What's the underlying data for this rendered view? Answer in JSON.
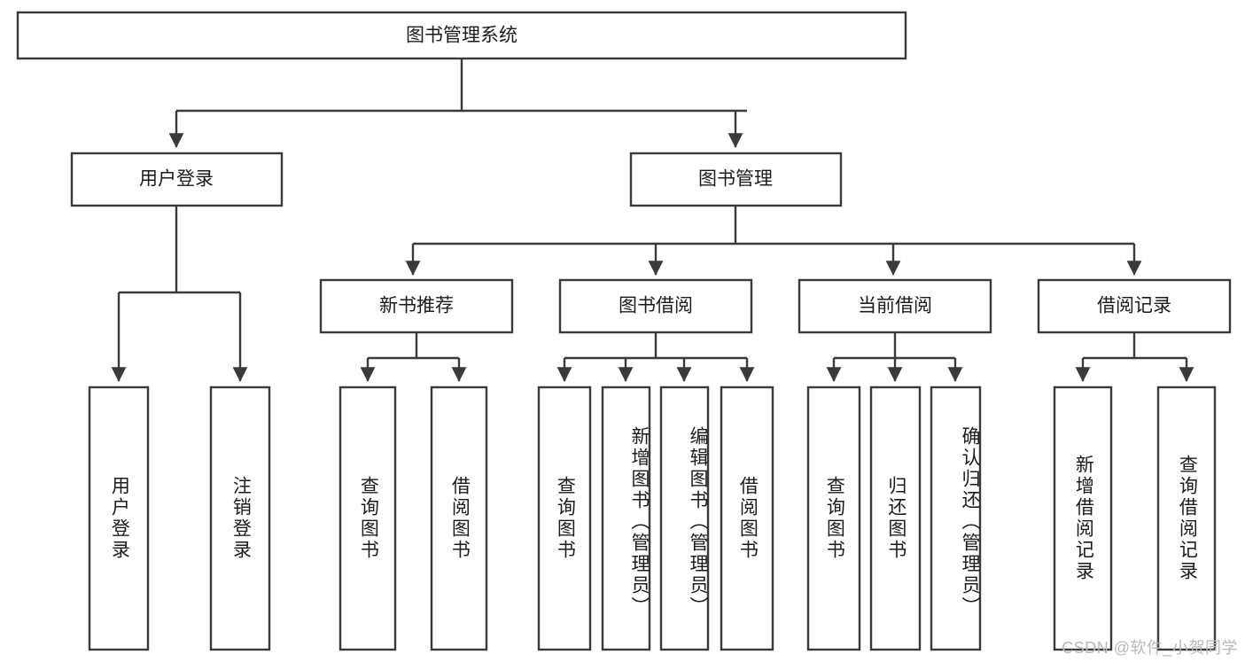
{
  "diagram": {
    "type": "hierarchy-tree",
    "title": "图书管理系统",
    "orientation": "top-down",
    "watermark": "CSDN @软件_小贺同学",
    "colors": {
      "stroke": "#3a3a3a",
      "box_fill": "#ffffff",
      "text": "#1b1b1b",
      "watermark": "#b9b9b9",
      "background": "#ffffff"
    },
    "levels": {
      "root": "图书管理系统",
      "level2": [
        "用户登录",
        "图书管理"
      ],
      "level3": [
        "新书推荐",
        "图书借阅",
        "当前借阅",
        "借阅记录"
      ]
    },
    "nodes": {
      "root": {
        "label": "图书管理系统"
      },
      "user_login": {
        "label": "用户登录"
      },
      "book_manage": {
        "label": "图书管理"
      },
      "new_book_rec": {
        "label": "新书推荐"
      },
      "book_borrow": {
        "label": "图书借阅"
      },
      "current_borrow": {
        "label": "当前借阅"
      },
      "borrow_record": {
        "label": "借阅记录"
      },
      "leaf_user_login": {
        "label": "用户登录"
      },
      "leaf_logout": {
        "label": "注销登录"
      },
      "leaf_query_book_1": {
        "label": "查询图书"
      },
      "leaf_borrow_book_1": {
        "label": "借阅图书"
      },
      "leaf_query_book_2": {
        "label": "查询图书"
      },
      "leaf_add_book": {
        "label": "新增图书（管理员）"
      },
      "leaf_edit_book": {
        "label": "编辑图书（管理员）"
      },
      "leaf_borrow_book_2": {
        "label": "借阅图书"
      },
      "leaf_query_book_3": {
        "label": "查询图书"
      },
      "leaf_return_book": {
        "label": "归还图书"
      },
      "leaf_confirm_return": {
        "label": "确认归还（管理员）"
      },
      "leaf_add_record": {
        "label": "新增借阅记录"
      },
      "leaf_query_record": {
        "label": "查询借阅记录"
      }
    },
    "edges": [
      {
        "from": "root",
        "to": "user_login"
      },
      {
        "from": "root",
        "to": "book_manage"
      },
      {
        "from": "user_login",
        "to": "leaf_user_login"
      },
      {
        "from": "user_login",
        "to": "leaf_logout"
      },
      {
        "from": "book_manage",
        "to": "new_book_rec"
      },
      {
        "from": "book_manage",
        "to": "book_borrow"
      },
      {
        "from": "book_manage",
        "to": "current_borrow"
      },
      {
        "from": "book_manage",
        "to": "borrow_record"
      },
      {
        "from": "new_book_rec",
        "to": "leaf_query_book_1"
      },
      {
        "from": "new_book_rec",
        "to": "leaf_borrow_book_1"
      },
      {
        "from": "book_borrow",
        "to": "leaf_query_book_2"
      },
      {
        "from": "book_borrow",
        "to": "leaf_add_book"
      },
      {
        "from": "book_borrow",
        "to": "leaf_edit_book"
      },
      {
        "from": "book_borrow",
        "to": "leaf_borrow_book_2"
      },
      {
        "from": "current_borrow",
        "to": "leaf_query_book_3"
      },
      {
        "from": "current_borrow",
        "to": "leaf_return_book"
      },
      {
        "from": "current_borrow",
        "to": "leaf_confirm_return"
      },
      {
        "from": "borrow_record",
        "to": "leaf_add_record"
      },
      {
        "from": "borrow_record",
        "to": "leaf_query_record"
      }
    ]
  }
}
